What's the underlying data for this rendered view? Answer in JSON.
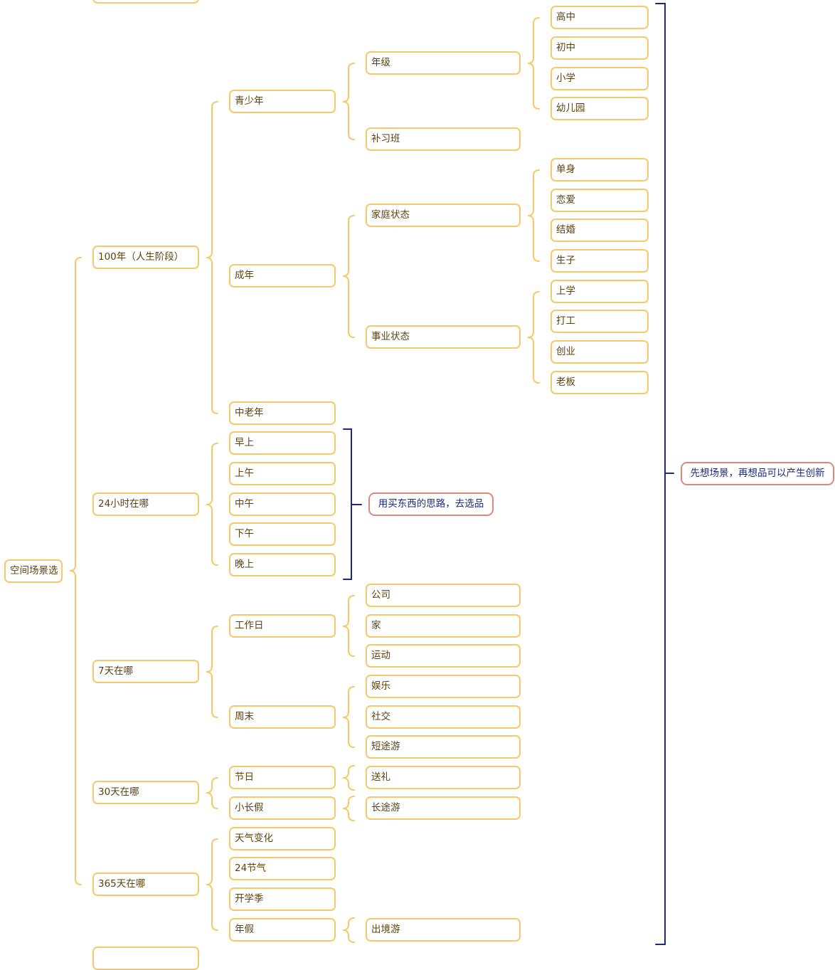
{
  "mindmap": {
    "root": "空间场景选",
    "level1": [
      "100年（人生阶段）",
      "24小时在哪",
      "7天在哪",
      "30天在哪",
      "365天在哪"
    ],
    "stages": [
      "青少年",
      "成年",
      "中老年"
    ],
    "teen_children": [
      "年级",
      "补习班"
    ],
    "grades": [
      "高中",
      "初中",
      "小学",
      "幼儿园"
    ],
    "adult_children": [
      "家庭状态",
      "事业状态"
    ],
    "family_states": [
      "单身",
      "恋爱",
      "结婚",
      "生子"
    ],
    "career_states": [
      "上学",
      "打工",
      "创业",
      "老板"
    ],
    "day_parts": [
      "早上",
      "上午",
      "中午",
      "下午",
      "晚上"
    ],
    "week_parts": [
      "工作日",
      "周末"
    ],
    "workday_places": [
      "公司",
      "家",
      "运动"
    ],
    "weekend_activities": [
      "娱乐",
      "社交",
      "短途游"
    ],
    "month_parts": [
      "节日",
      "小长假"
    ],
    "holiday_activity": [
      "送礼"
    ],
    "short_vacation_activity": [
      "长途游"
    ],
    "year_parts": [
      "天气变化",
      "24节气",
      "开学季",
      "年假"
    ],
    "annual_leave_activity": [
      "出境游"
    ]
  },
  "notes": {
    "day_note": "用买东西的思路，去选品",
    "overall_note": "先想场景，再想品可以产生创新"
  },
  "colors": {
    "node_border": "#f5c96a",
    "node_text": "#5a4310",
    "note_border": "#d98a78",
    "note_text": "#1e2a78",
    "summary_bracket": "#1e2a78"
  }
}
